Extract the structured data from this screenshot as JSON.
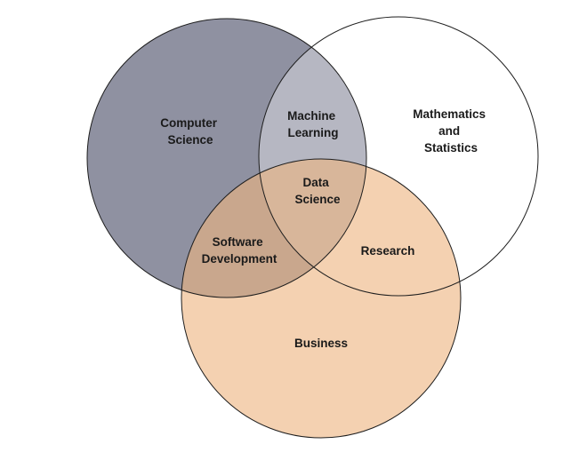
{
  "diagram": {
    "sets": [
      {
        "id": "cs",
        "lines": [
          "Computer",
          "Science"
        ],
        "color": "#8c8ea0"
      },
      {
        "id": "math",
        "lines": [
          "Mathematics",
          "and",
          "Statistics"
        ],
        "color": "#ffffff"
      },
      {
        "id": "business",
        "lines": [
          "Business"
        ],
        "color": "#eeba8c"
      }
    ],
    "intersections": [
      {
        "id": "ml",
        "sets": [
          "cs",
          "math"
        ],
        "lines": [
          "Machine",
          "Learning"
        ]
      },
      {
        "id": "sd",
        "sets": [
          "cs",
          "business"
        ],
        "lines": [
          "Software",
          "Development"
        ]
      },
      {
        "id": "research",
        "sets": [
          "math",
          "business"
        ],
        "lines": [
          "Research"
        ]
      },
      {
        "id": "ds",
        "sets": [
          "cs",
          "math",
          "business"
        ],
        "lines": [
          "Data",
          "Science"
        ]
      }
    ]
  }
}
